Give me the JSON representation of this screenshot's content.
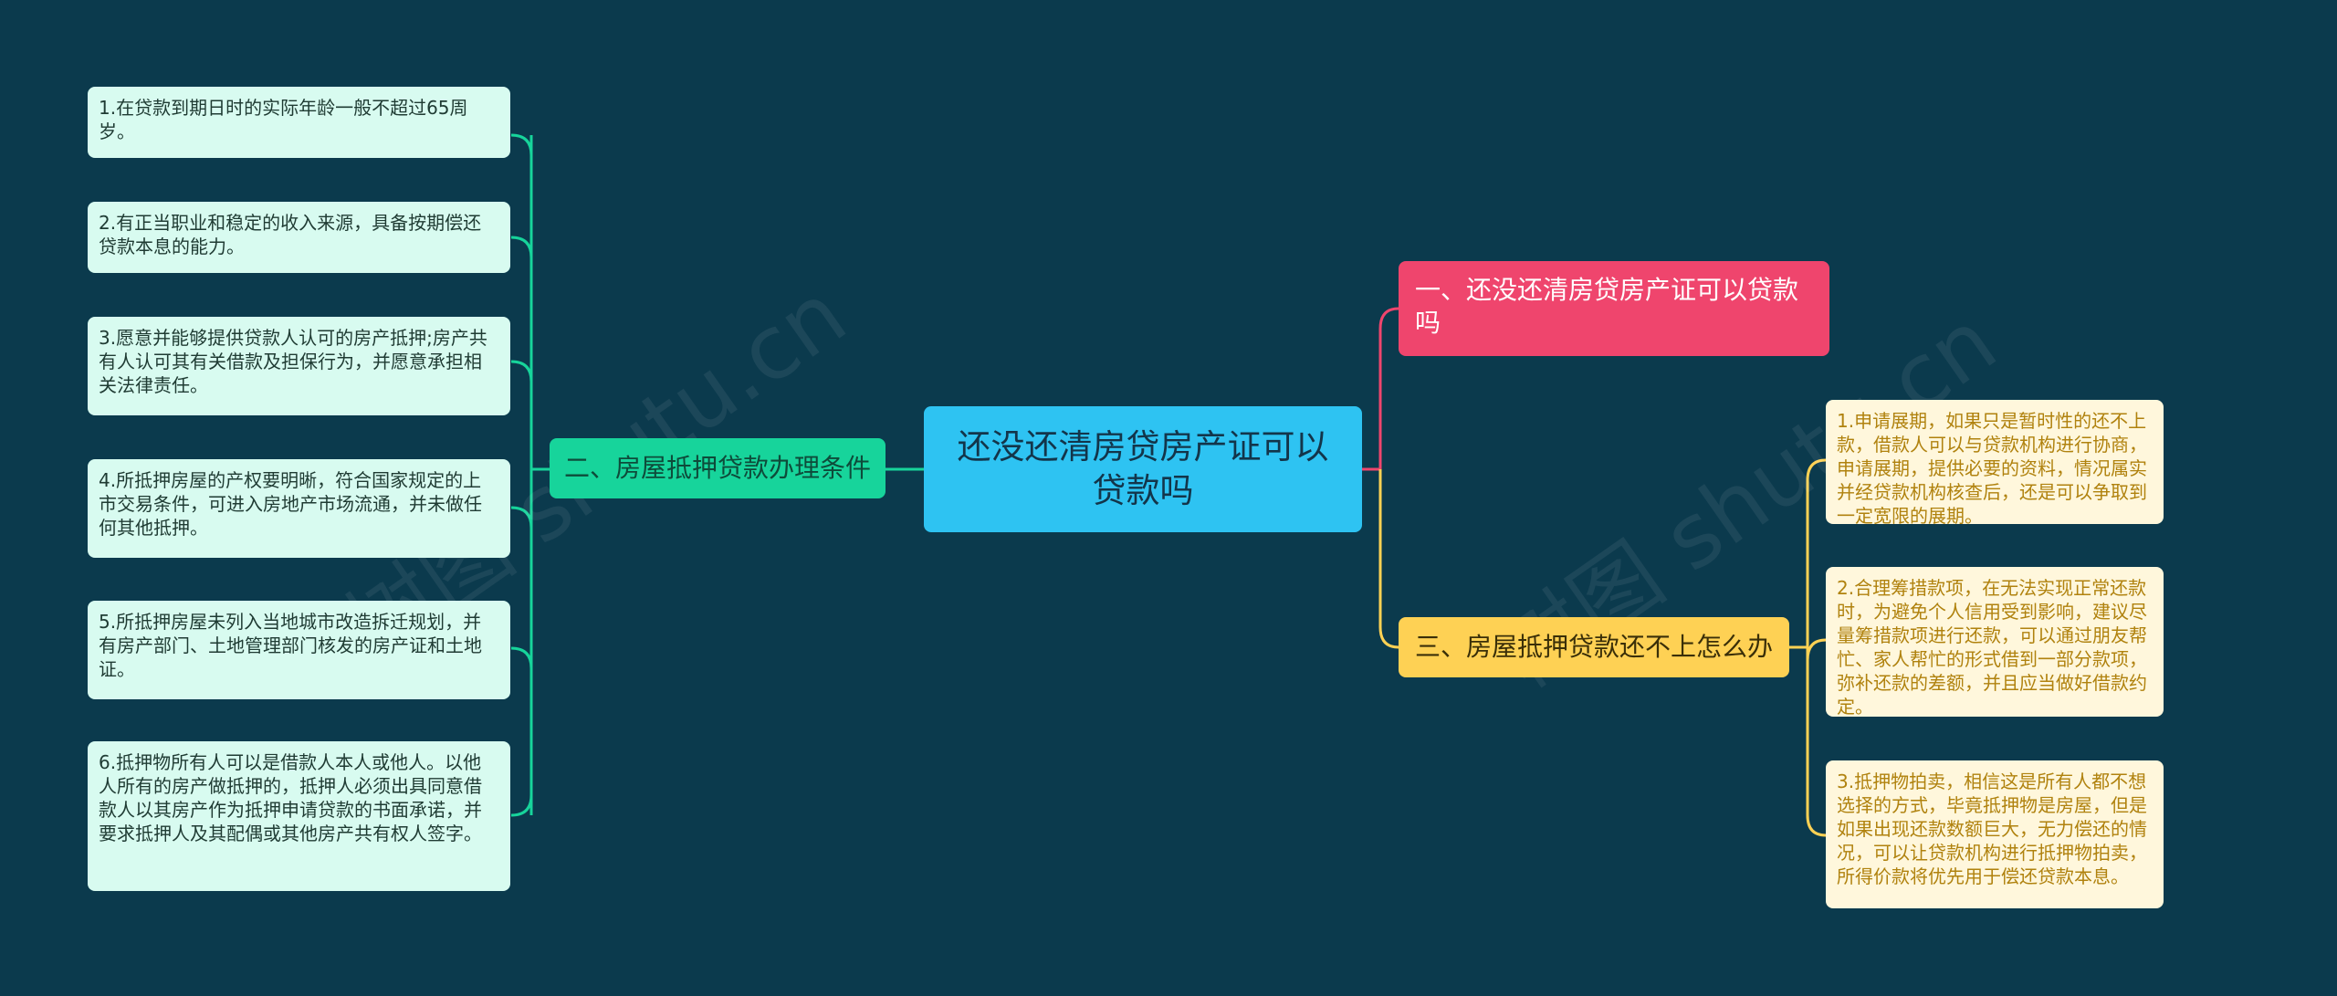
{
  "root": {
    "text": "还没还清房贷房产证可以贷款吗"
  },
  "left_branch": {
    "label": "二、房屋抵押贷款办理条件",
    "items": [
      "1.在贷款到期日时的实际年龄一般不超过65周岁。",
      "2.有正当职业和稳定的收入来源，具备按期偿还贷款本息的能力。",
      "3.愿意并能够提供贷款人认可的房产抵押;房产共有人认可其有关借款及担保行为，并愿意承担相关法律责任。",
      "4.所抵押房屋的产权要明晰，符合国家规定的上市交易条件，可进入房地产市场流通，并未做任何其他抵押。",
      "5.所抵押房屋未列入当地城市改造拆迁规划，并有房产部门、土地管理部门核发的房产证和土地证。",
      "6.抵押物所有人可以是借款人本人或他人。以他人所有的房产做抵押的，抵押人必须出具同意借款人以其房产作为抵押申请贷款的书面承诺，并要求抵押人及其配偶或其他房产共有权人签字。"
    ]
  },
  "right_branch_1": {
    "label": "一、还没还清房贷房产证可以贷款吗"
  },
  "right_branch_2": {
    "label": "三、房屋抵押贷款还不上怎么办",
    "items": [
      "1.申请展期，如果只是暂时性的还不上款，借款人可以与贷款机构进行协商，申请展期，提供必要的资料，情况属实并经贷款机构核查后，还是可以争取到一定宽限的展期。",
      "2.合理筹措款项，在无法实现正常还款时，为避免个人信用受到影响，建议尽量筹措款项进行还款，可以通过朋友帮忙、家人帮忙的形式借到一部分款项，弥补还款的差额，并且应当做好借款约定。",
      "3.抵押物拍卖，相信这是所有人都不想选择的方式，毕竟抵押物是房屋，但是如果出现还款数额巨大，无力偿还的情况，可以让贷款机构进行抵押物拍卖，所得价款将优先用于偿还贷款本息。"
    ]
  },
  "watermark": "树图 shutu.cn",
  "colors": {
    "background": "#0b3a4d",
    "root": "#2ec3f2",
    "left_branch": "#17d49b",
    "right_branch_1": "#ef456d",
    "right_branch_2": "#fed154",
    "leaf_left": "#d8fbf0",
    "leaf_right": "#fff7dc"
  }
}
